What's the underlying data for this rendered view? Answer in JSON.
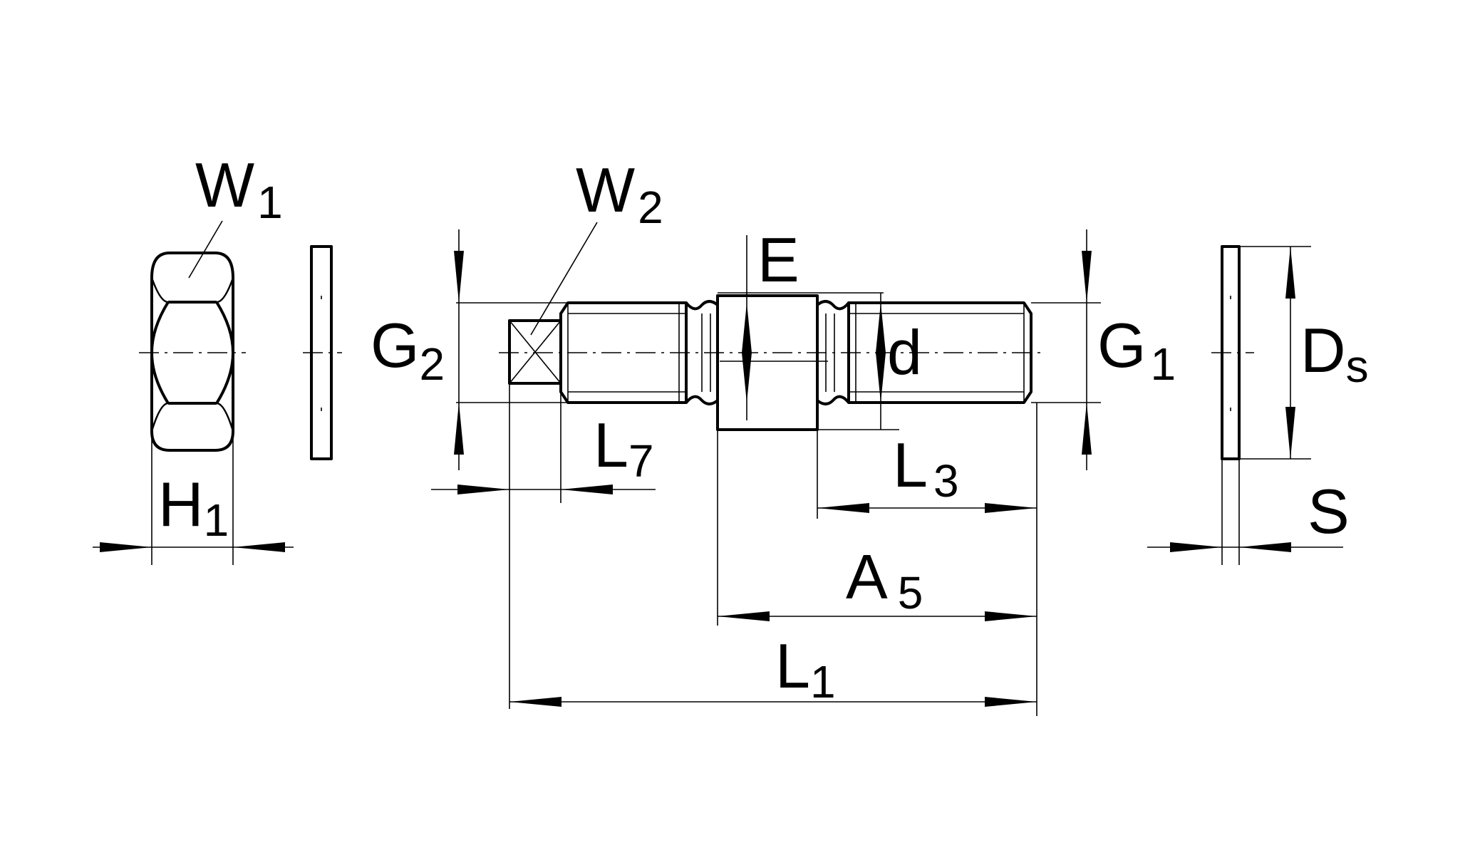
{
  "drawing": {
    "labels": {
      "w1": {
        "main": "W",
        "sub": "1"
      },
      "w2": {
        "main": "W",
        "sub": "2"
      },
      "e": {
        "main": "E"
      },
      "g2": {
        "main": "G",
        "sub": "2"
      },
      "g1": {
        "main": "G",
        "sub": "1"
      },
      "d": {
        "main": "d"
      },
      "ds": {
        "main": "D",
        "sub": "s"
      },
      "h1": {
        "main": "H",
        "sub": "1"
      },
      "l7": {
        "main": "L",
        "sub": "7"
      },
      "l3": {
        "main": "L",
        "sub": "3"
      },
      "s": {
        "main": "S"
      },
      "a5": {
        "main": "A",
        "sub": "5"
      },
      "l1": {
        "main": "L",
        "sub": "1"
      }
    }
  }
}
